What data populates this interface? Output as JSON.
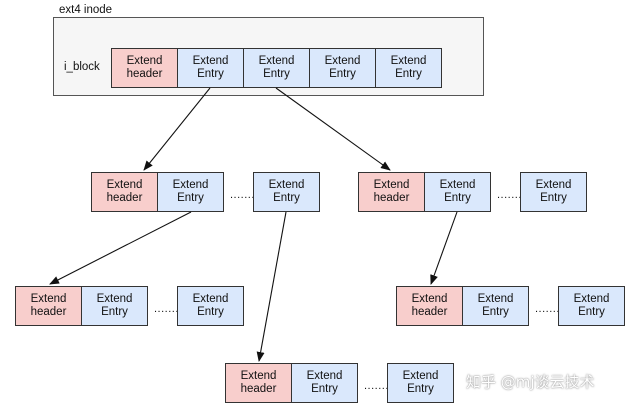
{
  "inode": {
    "title": "ext4 inode",
    "field_label": "i_block",
    "cells": [
      "Extend\nheader",
      "Extend\nEntry",
      "Extend\nEntry",
      "Extend\nEntry",
      "Extend\nEntry"
    ]
  },
  "level1": {
    "left": {
      "header": "Extend\nheader",
      "entry": "Extend\nEntry",
      "dots": ".......",
      "last": "Extend\nEntry"
    },
    "right": {
      "header": "Extend\nheader",
      "entry": "Extend\nEntry",
      "dots": ".......",
      "last": "Extend\nEntry"
    }
  },
  "level2": {
    "left": {
      "header": "Extend\nheader",
      "entry": "Extend\nEntry",
      "dots": ".......",
      "last": "Extend\nEntry"
    },
    "right": {
      "header": "Extend\nheader",
      "entry": "Extend\nEntry",
      "dots": ".......",
      "last": "Extend\nEntry"
    }
  },
  "level3": {
    "center": {
      "header": "Extend\nheader",
      "entry": "Extend\nEntry",
      "dots": ".......",
      "last": "Extend\nEntry"
    }
  },
  "watermark": "知乎 @mj谈云技术",
  "colors": {
    "header": "#f8cecc",
    "entry": "#dae8fc",
    "container": "#f6f6f6",
    "line": "#111111"
  }
}
